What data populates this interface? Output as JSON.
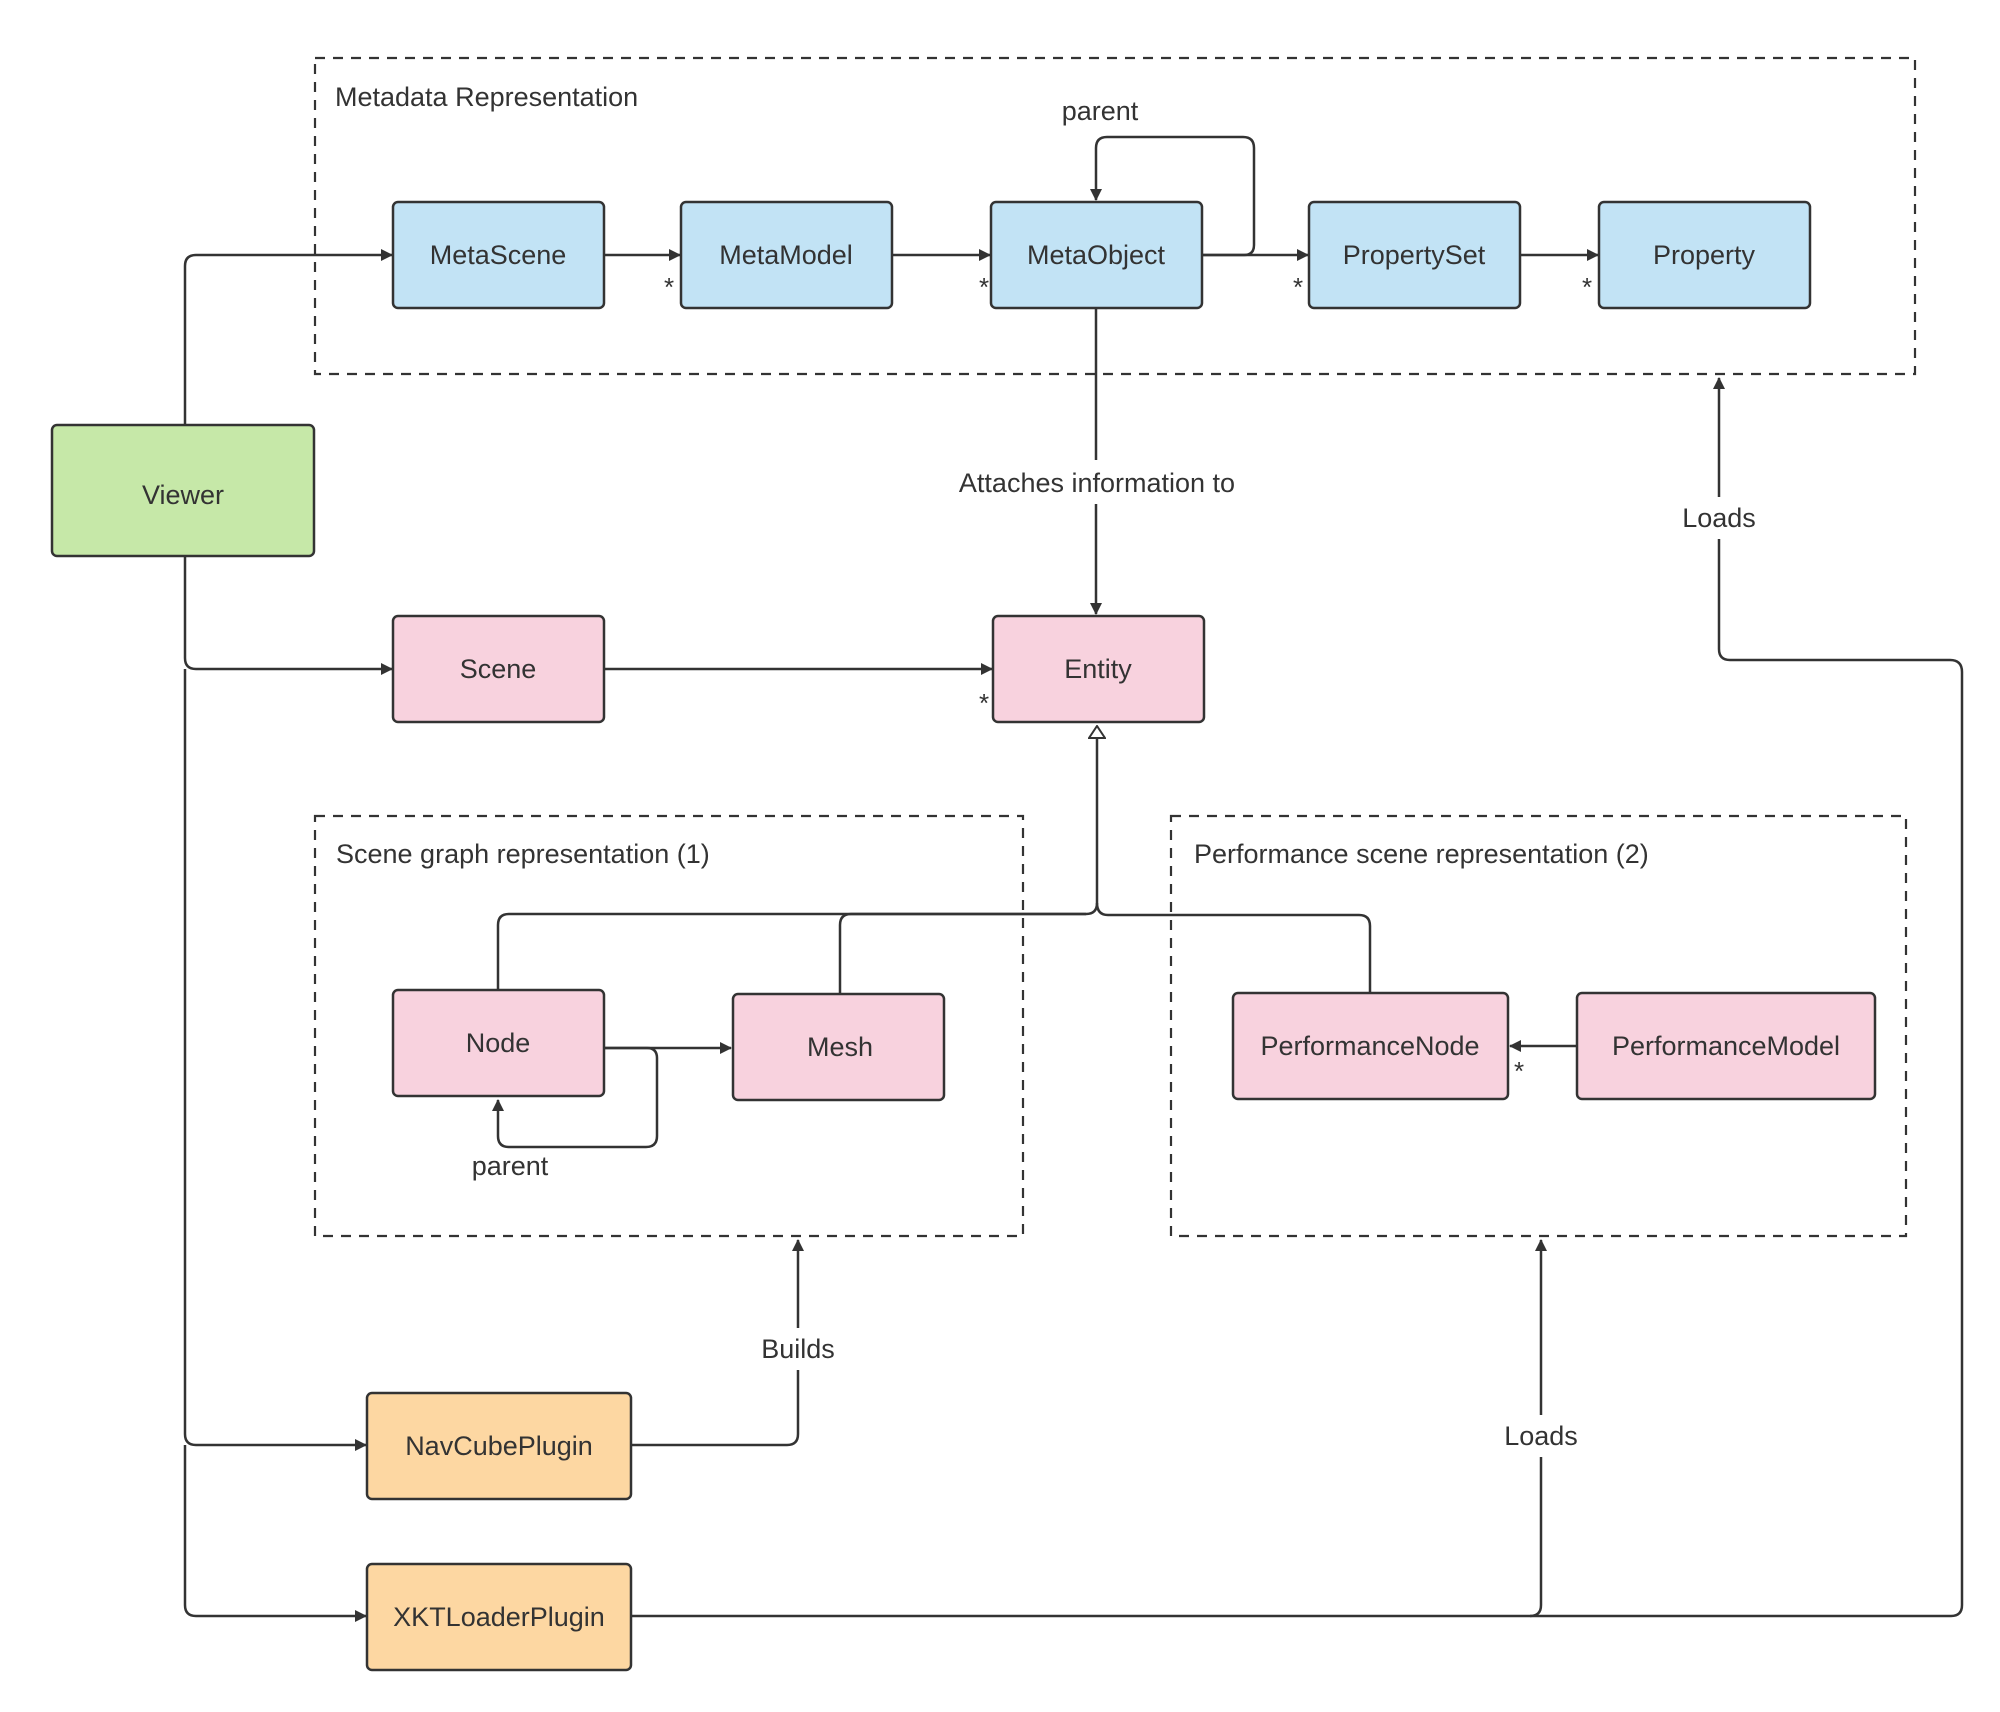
{
  "colors": {
    "meta": "#c2e3f5",
    "viewer": "#c6e8a8",
    "scene": "#f8d2de",
    "plugin": "#fdd7a2",
    "line": "#333333"
  },
  "groups": {
    "metadata": "Metadata Representation",
    "scene_graph": "Scene graph representation (1)",
    "performance": "Performance scene representation (2)"
  },
  "nodes": {
    "viewer": "Viewer",
    "metascene": "MetaScene",
    "metamodel": "MetaModel",
    "metaobject": "MetaObject",
    "propertyset": "PropertySet",
    "property": "Property",
    "scene": "Scene",
    "entity": "Entity",
    "node": "Node",
    "mesh": "Mesh",
    "performancenode": "PerformanceNode",
    "performancemodel": "PerformanceModel",
    "navcube": "NavCubePlugin",
    "xktloader": "XKTLoaderPlugin"
  },
  "edge_labels": {
    "metaobject_parent": "parent",
    "node_parent": "parent",
    "attaches": "Attaches information to",
    "loads_meta": "Loads",
    "builds": "Builds",
    "loads_perf": "Loads"
  },
  "multiplicity": "*"
}
